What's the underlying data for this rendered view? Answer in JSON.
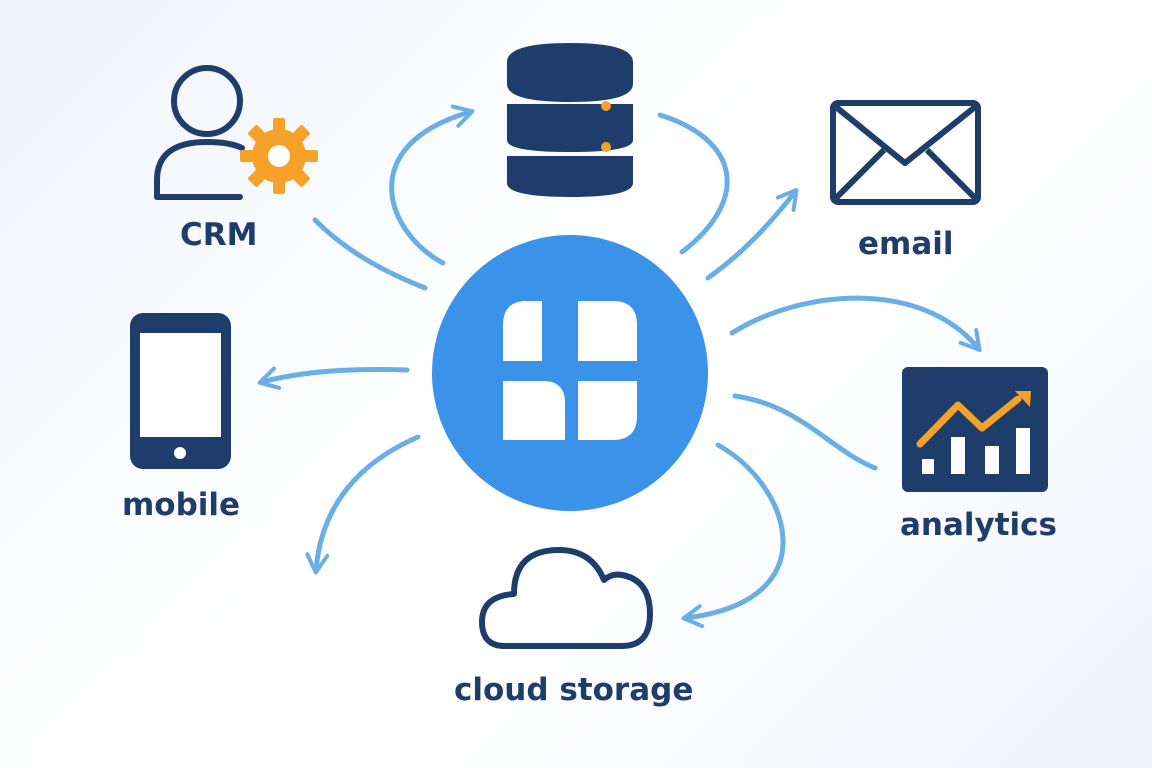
{
  "labels": {
    "crm": "CRM",
    "email": "email",
    "mobile": "mobile",
    "analytics": "analytics",
    "cloud_storage": "cloud storage"
  },
  "icons": {
    "hub": "hub-app-icon",
    "database": "database-icon",
    "crm": "user-gear-icon",
    "email": "envelope-icon",
    "mobile": "smartphone-icon",
    "analytics": "chart-icon",
    "cloud_storage": "cloud-icon"
  },
  "colors": {
    "navy": "#1f3d6b",
    "hub_blue": "#3a93e8",
    "arrow_blue": "#6aaee8",
    "accent_orange": "#f6a12a"
  }
}
